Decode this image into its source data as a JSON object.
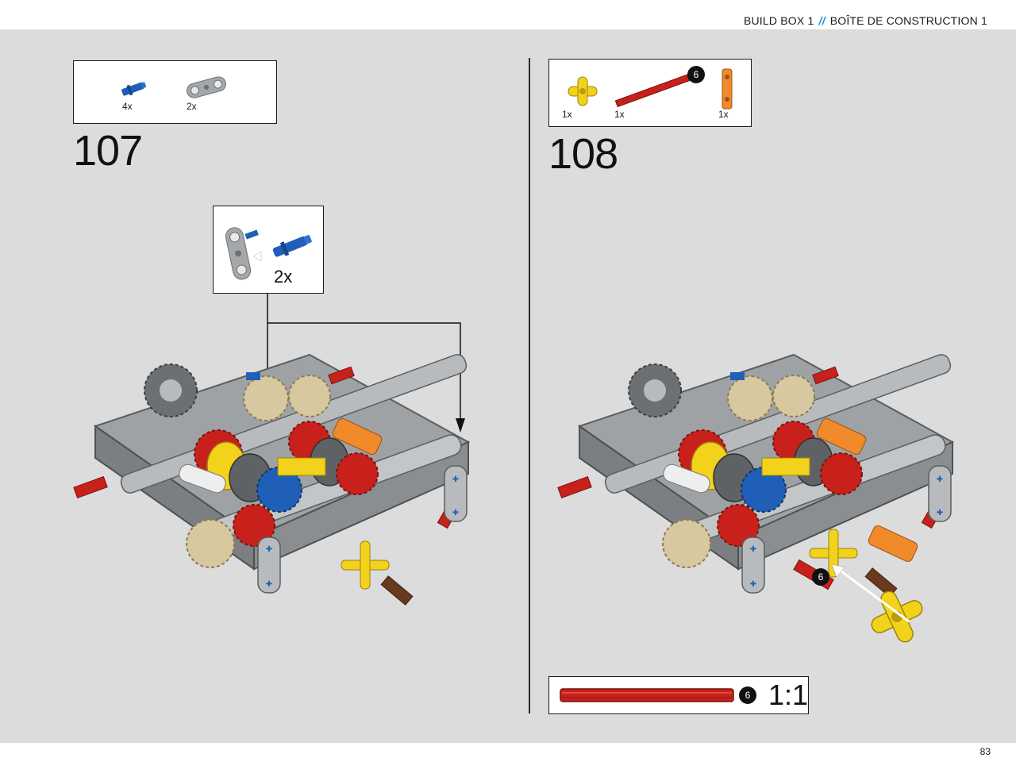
{
  "header": {
    "left_text": "BUILD BOX 1",
    "separator": "//",
    "right_text": "BOÎTE DE CONSTRUCTION 1"
  },
  "footer": {
    "page_number": "83"
  },
  "step_107": {
    "number": "107",
    "parts": [
      {
        "icon": "blue-pin-icon",
        "qty": "4x"
      },
      {
        "icon": "grey-connector-icon",
        "qty": "2x"
      }
    ],
    "callout_qty": "2x"
  },
  "step_108": {
    "number": "108",
    "parts": [
      {
        "icon": "yellow-cross-block-icon",
        "qty": "1x"
      },
      {
        "icon": "red-axle-icon",
        "qty": "1x",
        "badge": "6"
      },
      {
        "icon": "orange-axle-connector-icon",
        "qty": "1x"
      }
    ],
    "assembly_badge": "6",
    "scale": {
      "badge": "6",
      "ratio": "1:1"
    }
  },
  "colors": {
    "page_bg": "#dcdcdc",
    "accent": "#1f8fd8",
    "red_axle": "#c8201a",
    "yellow_part": "#f2d21b",
    "blue_pin": "#1f5fb8",
    "orange_part": "#f08a2a"
  }
}
